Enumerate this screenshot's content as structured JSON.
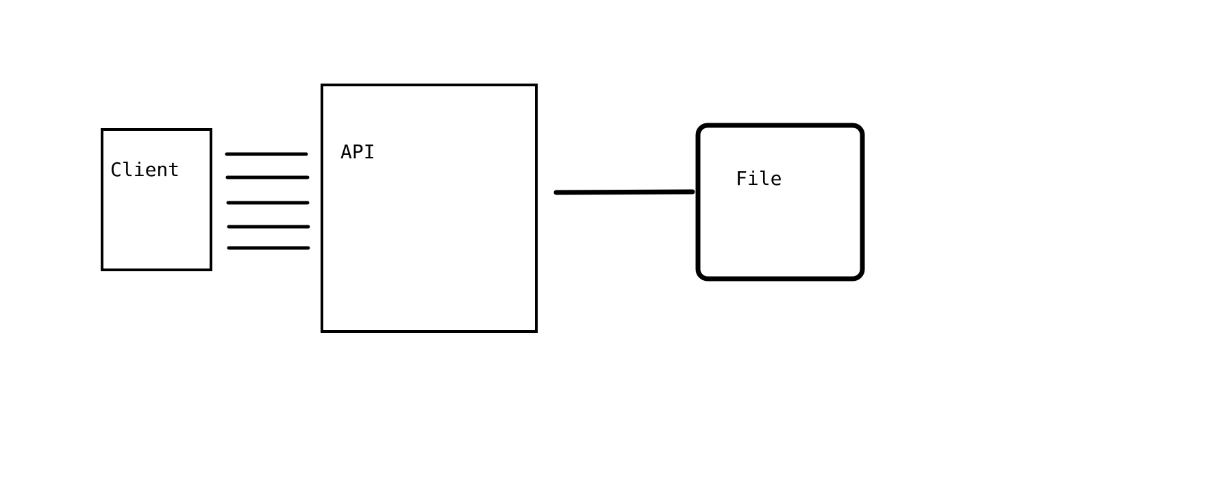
{
  "nodes": {
    "client": {
      "label": "Client"
    },
    "api": {
      "label": "API"
    },
    "file": {
      "label": "File"
    }
  },
  "connections": {
    "client_to_api": {
      "line_count": 5
    },
    "api_to_file": {
      "line_count": 1
    }
  },
  "colors": {
    "stroke": "#000000",
    "background": "#ffffff"
  }
}
